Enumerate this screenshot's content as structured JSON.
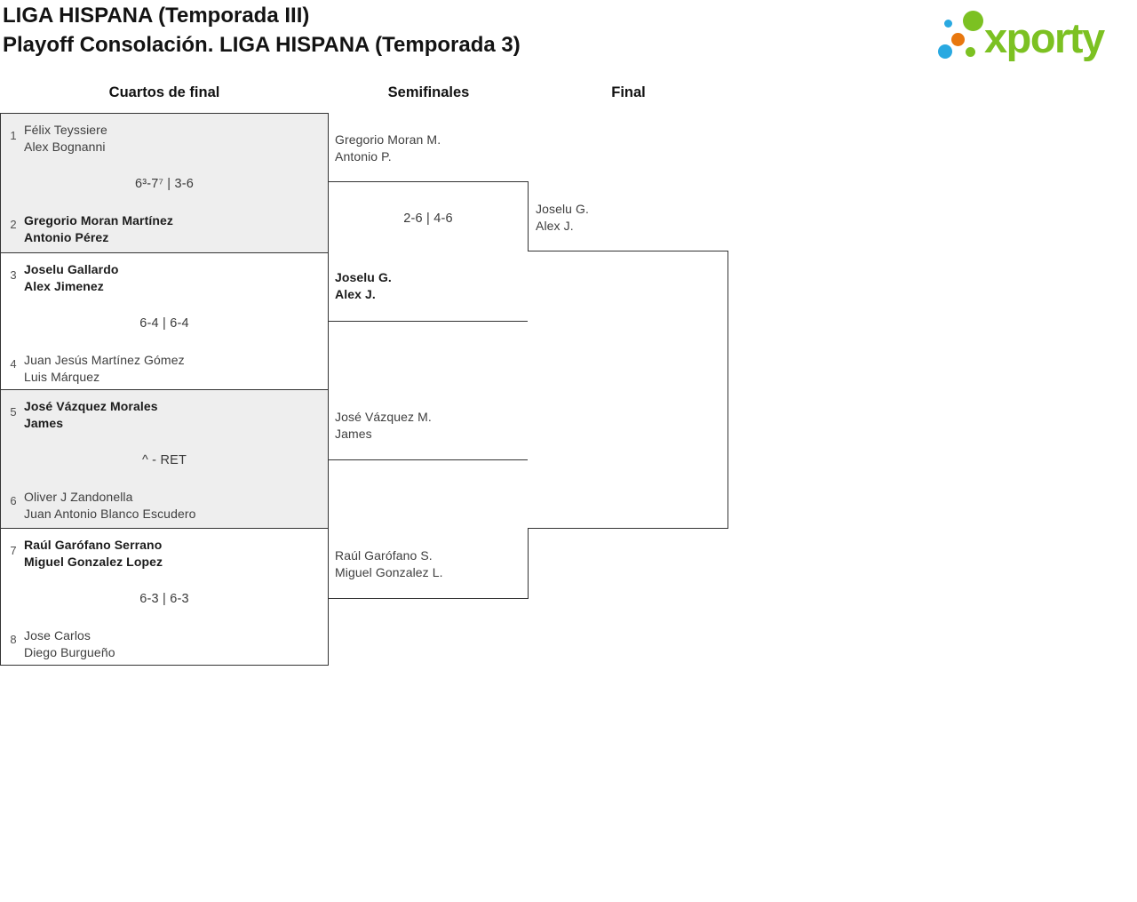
{
  "header": {
    "title": "LIGA HISPANA (Temporada III)",
    "subtitle": "Playoff Consolación. LIGA HISPANA (Temporada 3)",
    "logo_text": "xporty"
  },
  "colors": {
    "brand_green": "#7cc122",
    "brand_blue": "#29a9e1",
    "brand_orange": "#e8770e",
    "box_gray": "#eeeeee",
    "line": "#333333"
  },
  "bracket": {
    "rounds": [
      "Cuartos de final",
      "Semifinales",
      "Final"
    ],
    "quarterfinals": [
      {
        "seeds": [
          "1",
          "2"
        ],
        "top": {
          "lines": [
            "Félix Teyssiere",
            "Alex Bognanni"
          ],
          "winner": false
        },
        "score": "6³-7⁷ | 3-6",
        "bottom": {
          "lines": [
            "Gregorio Moran Martínez",
            "Antonio Pérez"
          ],
          "winner": true
        }
      },
      {
        "seeds": [
          "3",
          "4"
        ],
        "top": {
          "lines": [
            "Joselu Gallardo",
            "Alex Jimenez"
          ],
          "winner": true
        },
        "score": "6-4 | 6-4",
        "bottom": {
          "lines": [
            "Juan Jesús Martínez Gómez",
            "Luis Márquez"
          ],
          "winner": false
        }
      },
      {
        "seeds": [
          "5",
          "6"
        ],
        "top": {
          "lines": [
            "José Vázquez Morales",
            "James"
          ],
          "winner": true
        },
        "score": "^ - RET",
        "bottom": {
          "lines": [
            "Oliver J Zandonella",
            "Juan Antonio Blanco Escudero"
          ],
          "winner": false
        }
      },
      {
        "seeds": [
          "7",
          "8"
        ],
        "top": {
          "lines": [
            "Raúl Garófano Serrano",
            "Miguel Gonzalez Lopez"
          ],
          "winner": true
        },
        "score": "6-3 | 6-3",
        "bottom": {
          "lines": [
            "Jose Carlos",
            "Diego Burgueño"
          ],
          "winner": false
        }
      }
    ],
    "semifinals": [
      {
        "top": {
          "lines": [
            "Gregorio Moran M.",
            "Antonio P."
          ],
          "winner": false
        },
        "score": "2-6 | 4-6",
        "bottom": {
          "lines": [
            "Joselu G.",
            "Alex J."
          ],
          "winner": true
        }
      },
      {
        "top": {
          "lines": [
            "José Vázquez M.",
            "James"
          ],
          "winner": false
        },
        "score": "",
        "bottom": {
          "lines": [
            "Raúl Garófano S.",
            "Miguel Gonzalez L."
          ],
          "winner": false
        }
      }
    ],
    "final": {
      "top": {
        "lines": [
          "Joselu G.",
          "Alex J."
        ],
        "winner": false
      }
    }
  }
}
